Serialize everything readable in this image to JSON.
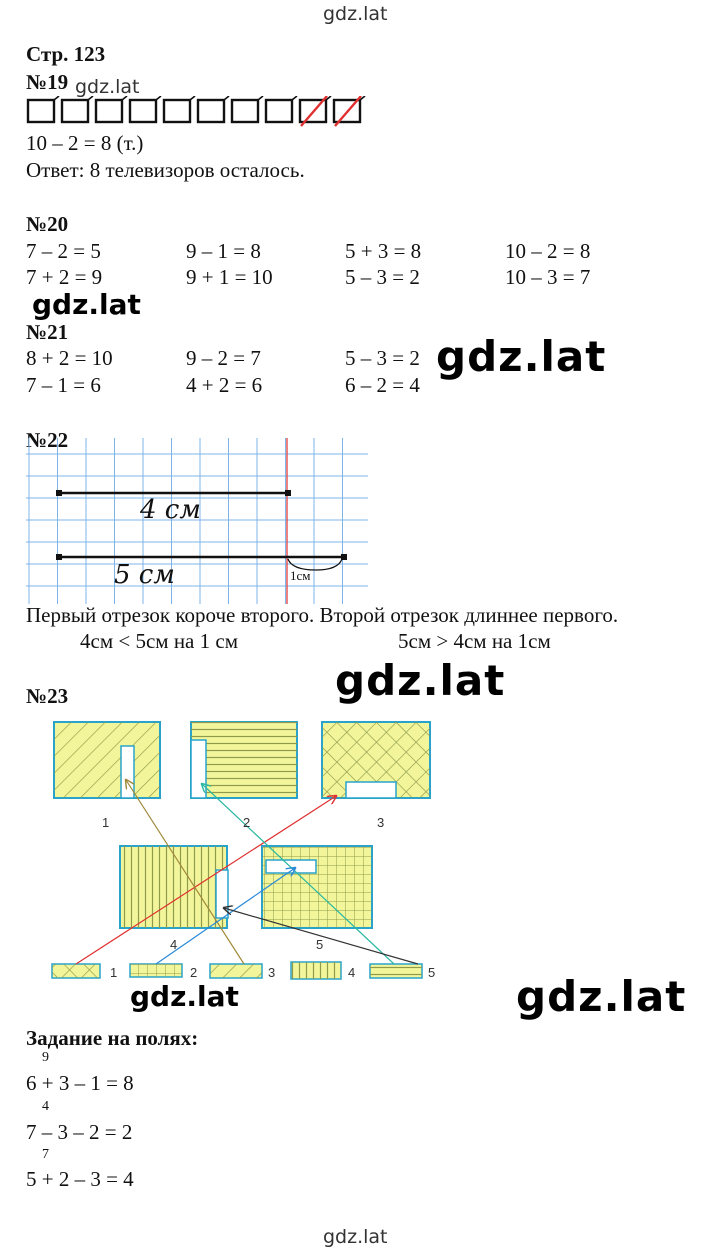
{
  "watermark": {
    "site": "gdz.lat"
  },
  "page": {
    "label": "Стр. 123"
  },
  "task19": {
    "number": "№19",
    "equation": "10 – 2 = 8 (т.)",
    "answer": "Ответ: 8 телевизоров осталось.",
    "box_count": 10,
    "crossed_count": 2
  },
  "task20": {
    "number": "№20",
    "rows": [
      [
        "7 – 2 = 5",
        "9 – 1 = 8",
        "5 + 3 = 8",
        "10 – 2 = 8"
      ],
      [
        "7 + 2 = 9",
        "9 + 1 = 10",
        "5 – 3 = 2",
        "10 – 3 = 7"
      ]
    ]
  },
  "task21": {
    "number": "№21",
    "rows": [
      [
        "8 + 2 = 10",
        "9 – 2 = 7",
        "5 – 3 = 2"
      ],
      [
        "7 – 1 = 6",
        "4 + 2 = 6",
        "6 – 2 = 4"
      ]
    ]
  },
  "task22": {
    "number": "№22",
    "segment1_label": "4 см",
    "segment2_label": "5 см",
    "diff_label": "1см",
    "statement": "Первый отрезок короче второго. Второй отрезок длиннее первого.",
    "compare_left": "4см < 5см на 1 см",
    "compare_right": "5см > 4см на 1см"
  },
  "task23": {
    "number": "№23",
    "figure_labels": [
      "1",
      "2",
      "3",
      "4",
      "5"
    ],
    "piece_labels": [
      "1",
      "2",
      "3",
      "4",
      "5"
    ],
    "colors": {
      "fill": "#f2f59a",
      "border": "#29a3c9",
      "line_red": "#e03030",
      "line_olive": "#a08a3a",
      "line_teal": "#2ab8a0",
      "line_blue": "#2a8ad8",
      "line_black": "#333333"
    }
  },
  "margin_task": {
    "title": "Задание на полях:",
    "items": [
      {
        "sup": "9",
        "expr": "6 + 3 – 1 = 8"
      },
      {
        "sup": "4",
        "expr": "7 – 3 – 2 = 2"
      },
      {
        "sup": "7",
        "expr": "5 + 2 – 3 = 4"
      }
    ]
  }
}
